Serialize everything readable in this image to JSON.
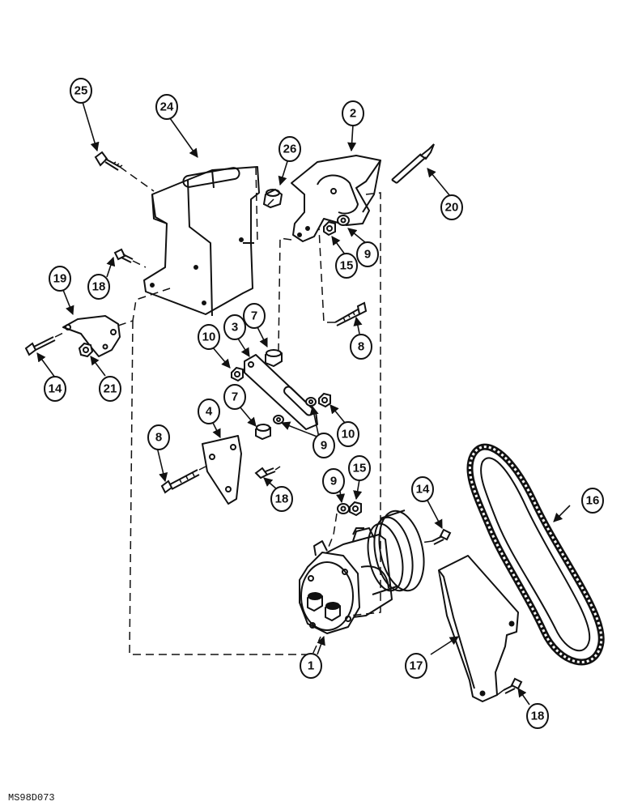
{
  "figure": {
    "reference_code": "MS98D073"
  },
  "callouts": [
    {
      "id": "c25",
      "label": "25"
    },
    {
      "id": "c24",
      "label": "24"
    },
    {
      "id": "c2",
      "label": "2"
    },
    {
      "id": "c26",
      "label": "26"
    },
    {
      "id": "c20",
      "label": "20"
    },
    {
      "id": "c9a",
      "label": "9"
    },
    {
      "id": "c15a",
      "label": "15"
    },
    {
      "id": "c18a",
      "label": "18"
    },
    {
      "id": "c19",
      "label": "19"
    },
    {
      "id": "c8a",
      "label": "8"
    },
    {
      "id": "c3",
      "label": "3"
    },
    {
      "id": "c7a",
      "label": "7"
    },
    {
      "id": "c10a",
      "label": "10"
    },
    {
      "id": "c14a",
      "label": "14"
    },
    {
      "id": "c21",
      "label": "21"
    },
    {
      "id": "c4",
      "label": "4"
    },
    {
      "id": "c7b",
      "label": "7"
    },
    {
      "id": "c10b",
      "label": "10"
    },
    {
      "id": "c9b",
      "label": "9"
    },
    {
      "id": "c8b",
      "label": "8"
    },
    {
      "id": "c18b",
      "label": "18"
    },
    {
      "id": "c9c",
      "label": "9"
    },
    {
      "id": "c15b",
      "label": "15"
    },
    {
      "id": "c14b",
      "label": "14"
    },
    {
      "id": "c16",
      "label": "16"
    },
    {
      "id": "c1",
      "label": "1"
    },
    {
      "id": "c17",
      "label": "17"
    },
    {
      "id": "c18c",
      "label": "18"
    }
  ]
}
